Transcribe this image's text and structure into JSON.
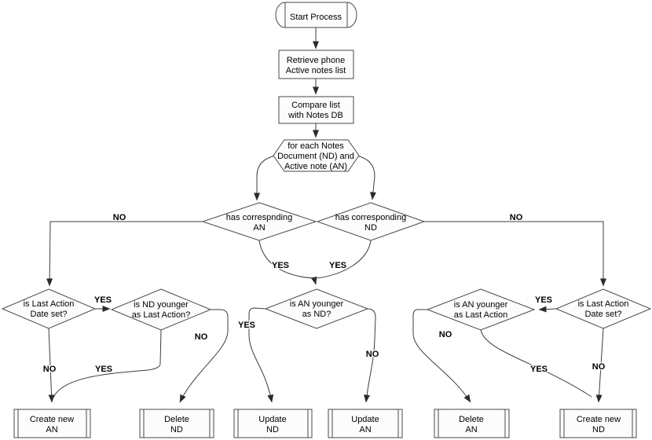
{
  "diagram": {
    "colors": {
      "background": "#ffffff",
      "line": "#3d3d3d",
      "node_fill": "#fcfcfc",
      "text": "#000000"
    },
    "nodes": {
      "start": "Start Process",
      "retrieve": "Retrieve phone\nActive notes list",
      "compare": "Compare list\nwith Notes DB",
      "foreach": "for each Notes\nDocument (ND) and\nActive note (AN)",
      "has_an": "has correspnding\nAN",
      "has_nd": "has corresponding\nND",
      "last_action_left": "is Last Action\nDate set?",
      "nd_younger_la": "is ND younger\nas Last Action?",
      "an_younger_nd": "is AN younger\nas ND?",
      "an_younger_la": "is AN younger\nas Last Action",
      "last_action_right": "is Last Action\nDate set?",
      "create_an": "Create new\nAN",
      "delete_nd": "Delete\nND",
      "update_nd": "Update\nND",
      "update_an": "Update\nAN",
      "delete_an": "Delete\nAN",
      "create_nd": "Create new\nND"
    },
    "edge_labels": {
      "has_an_no": "NO",
      "has_nd_no": "NO",
      "has_an_yes": "YES",
      "has_nd_yes": "YES",
      "last_action_left_yes": "YES",
      "last_action_left_no": "NO",
      "nd_younger_yes": "YES",
      "nd_younger_no": "NO",
      "an_younger_nd_yes": "YES",
      "an_younger_nd_no": "NO",
      "an_younger_la_no": "NO",
      "an_younger_la_yes": "YES",
      "last_action_right_yes": "YES",
      "last_action_right_no": "NO"
    }
  }
}
